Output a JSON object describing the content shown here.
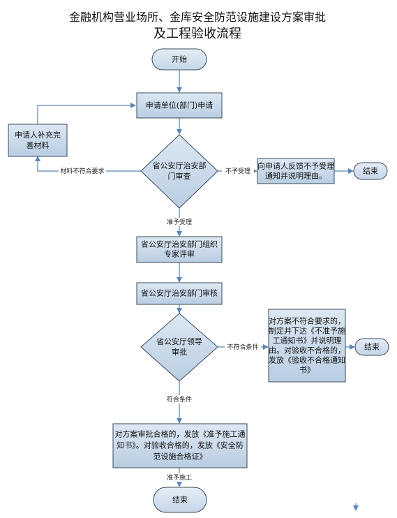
{
  "title": {
    "line1": "金融机构营业场所、金库安全防范设施建设方案审批",
    "line2": "及工程验收流程"
  },
  "nodes": {
    "start": {
      "lines": [
        "开始"
      ]
    },
    "apply": {
      "lines": [
        "申请单位(部门)申请"
      ]
    },
    "supplement": {
      "lines": [
        "申请人补充完",
        "善材料"
      ]
    },
    "review": {
      "lines": [
        "省公安厅治安部",
        "门审查"
      ]
    },
    "reject_notice": {
      "lines": [
        "向申请人反馈不予受理",
        "通知并说明理由。"
      ]
    },
    "end1": {
      "lines": [
        "结束"
      ]
    },
    "expert": {
      "lines": [
        "省公安厅治安部门组织",
        "专家评审"
      ]
    },
    "audit": {
      "lines": [
        "省公安厅治安部门审核"
      ]
    },
    "leader": {
      "lines": [
        "省公安厅领导",
        "审批"
      ]
    },
    "fail_notice": {
      "lines": [
        "对方案不符合要求的，",
        "制定并下达《不准予施",
        "工通知书》并说明理",
        "由。对验收不合格的，",
        "发放《验收不合格通知",
        "书》"
      ]
    },
    "end2": {
      "lines": [
        "结束"
      ]
    },
    "pass_notice": {
      "lines": [
        "对方案审批合格的，发放《准予施工通",
        "知书》。对验收合格的，发放《安全防",
        "范设施合格证》"
      ]
    },
    "end3": {
      "lines": [
        "结束"
      ]
    }
  },
  "edges": {
    "incomplete": "材料不符合要求",
    "not_accepted": "不予受理",
    "accepted": "准予受理",
    "not_qualified": "不符合条件",
    "qualified": "符合条件",
    "allow_construction": "准予施工"
  },
  "colors": {
    "box_fill_top": "#dde8f3",
    "box_fill_bottom": "#b9cde2",
    "stroke": "#3a4a5a",
    "connector": "#5b86b8"
  }
}
